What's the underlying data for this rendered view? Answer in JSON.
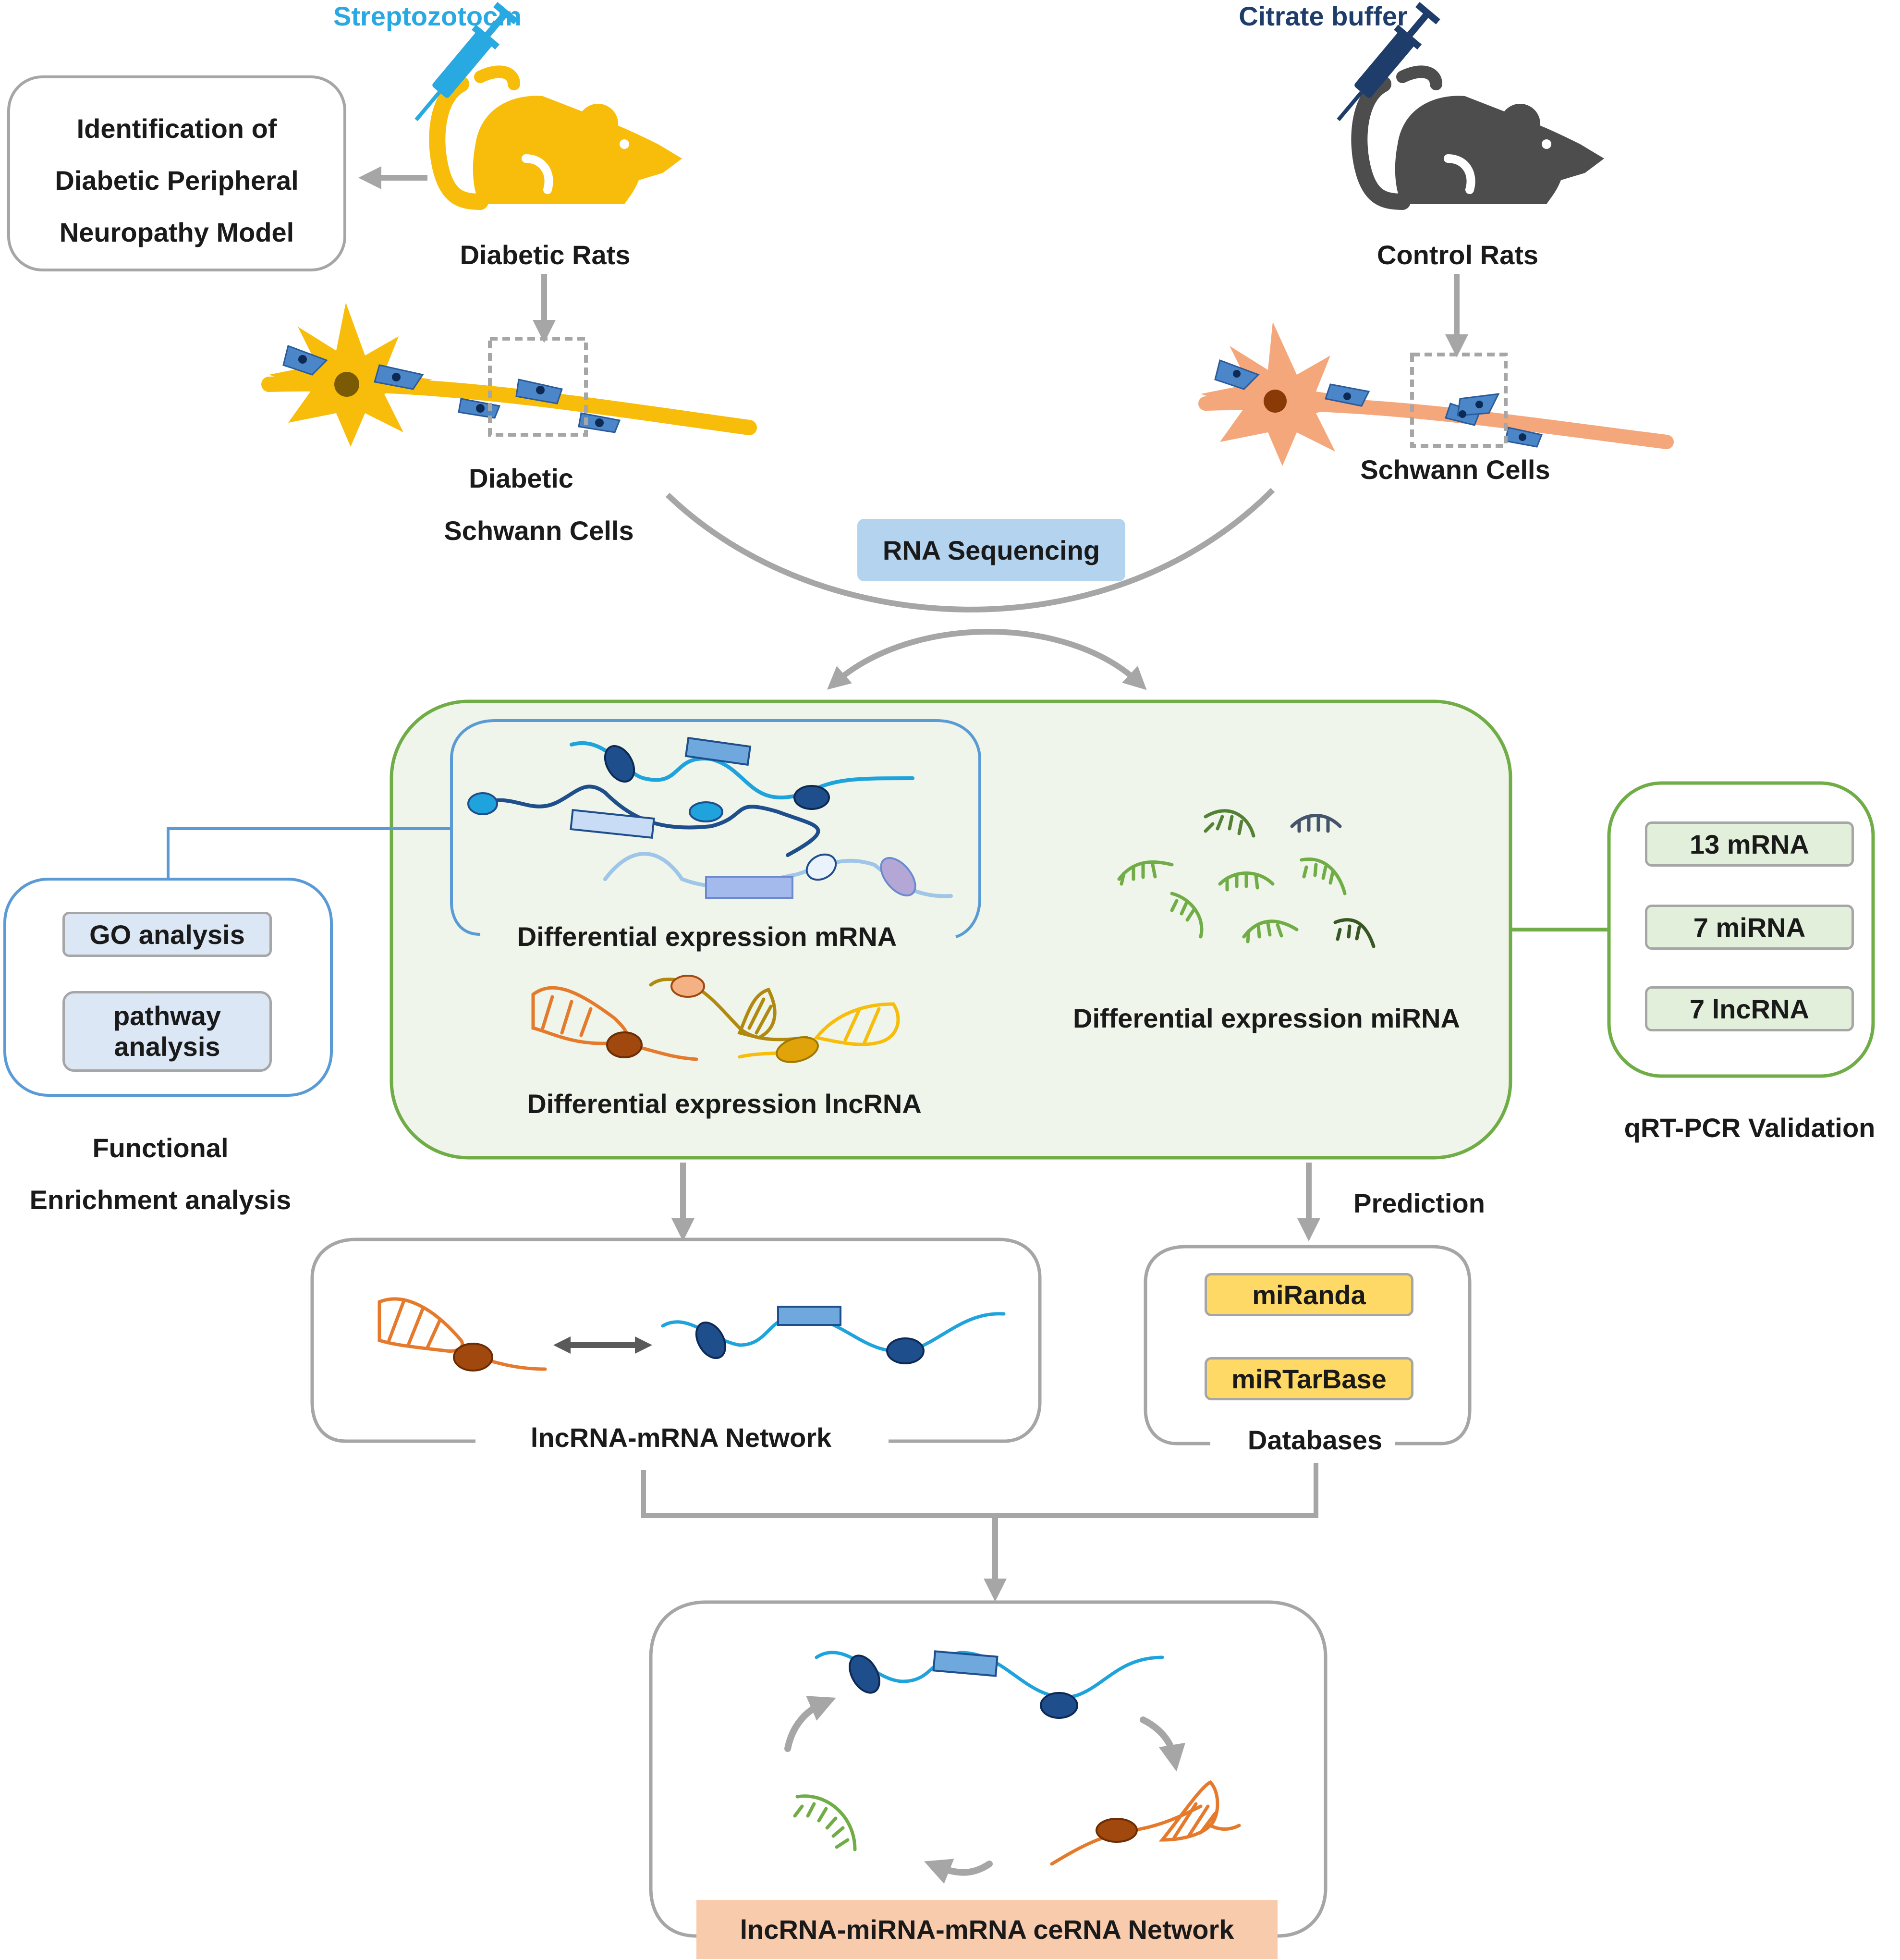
{
  "colors": {
    "diabetic": "#f8bd0a",
    "control": "#4d4d4d",
    "streptozotocin_text": "#28a9e1",
    "citrate_text": "#1f3d6b",
    "green_panel_fill": "#eff5ea",
    "green_border": "#70ad47",
    "blue_border": "#5b9bd5",
    "gray_arrow": "#a6a6a6",
    "mrna_blue": "#1fa3dd",
    "mrna_dark": "#1f4e8c",
    "lncrna_orange": "#e57a2c",
    "lncrna_brown": "#a0480e",
    "mirna_green": "#70ad47",
    "db_yellow": "#ffd966",
    "sequencing_blue": "#b4d3ee",
    "ceRNA_salmon": "#f8cbad"
  },
  "treatments": {
    "streptozotocin": "Streptozotocin",
    "citrate": "Citrate buffer"
  },
  "model_box": {
    "line1": "Identification  of",
    "line2": "Diabetic Peripheral",
    "line3": "Neuropathy Model"
  },
  "rats": {
    "diabetic": "Diabetic Rats",
    "control": "Control Rats"
  },
  "cells": {
    "diabetic_line1": "Diabetic",
    "diabetic_line2": "Schwann Cells",
    "control": "Schwann Cells"
  },
  "sequencing": "RNA Sequencing",
  "de_panel": {
    "mrna": "Differential expression mRNA",
    "lncrna": "Differential expression lncRNA",
    "mirna": "Differential expression miRNA"
  },
  "functional": {
    "go": "GO analysis",
    "pathway_line1": "pathway",
    "pathway_line2": "analysis",
    "caption_line1": "Functional",
    "caption_line2": "Enrichment analysis"
  },
  "validation": {
    "items": [
      "13 mRNA",
      "7 miRNA",
      "7 lncRNA"
    ],
    "caption": "qRT-PCR Validation"
  },
  "prediction": "Prediction",
  "databases": {
    "items": [
      "miRanda",
      "miRTarBase"
    ],
    "caption": "Databases"
  },
  "network_lm": "lncRNA-mRNA Network",
  "cerna": "lncRNA-miRNA-mRNA ceRNA Network"
}
